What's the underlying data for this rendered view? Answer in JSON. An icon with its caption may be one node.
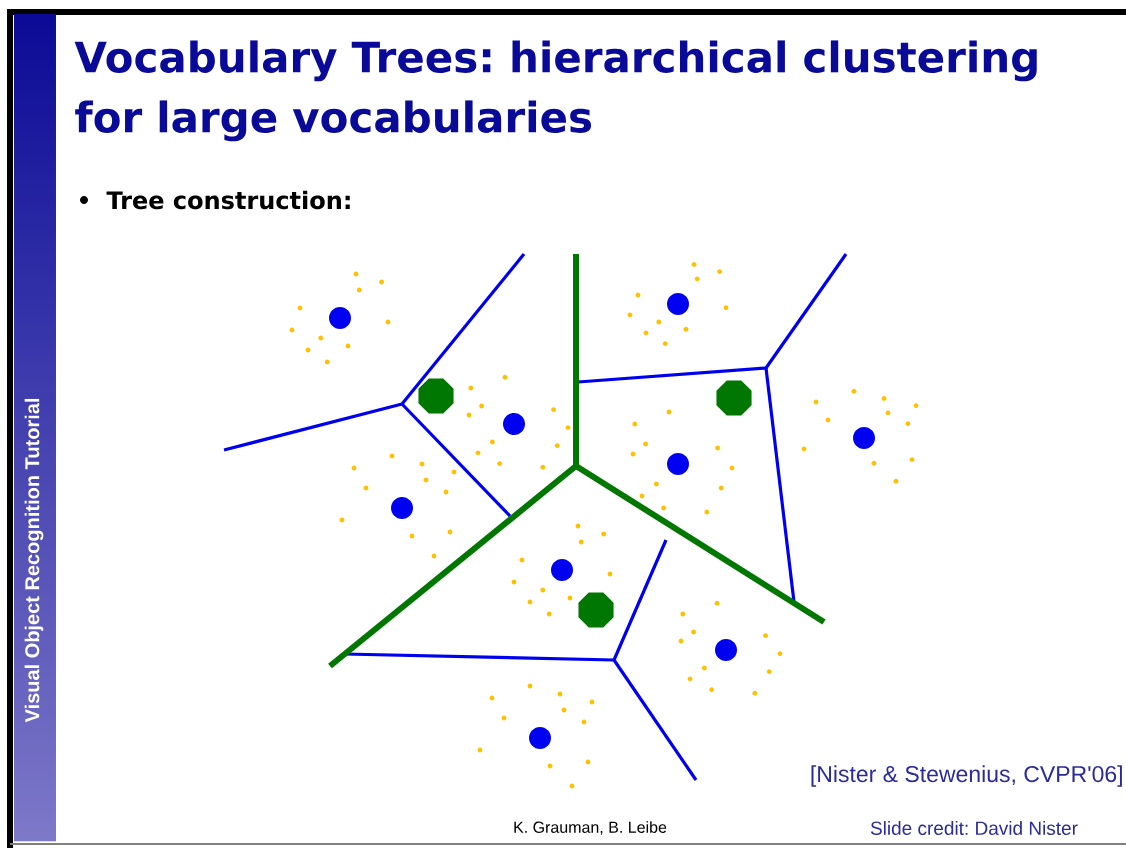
{
  "diagram": {
    "title": "Vocabulary Trees: hierarchical clustering for large vocabularies",
    "labels": [
      "Tree construction:",
      "Visual Object Recognition Tutorial",
      "[Nister & Stewenius, CVPR'06]",
      "K. Grauman, B. Leibe",
      "Slide credit: David Nister"
    ]
  }
}
